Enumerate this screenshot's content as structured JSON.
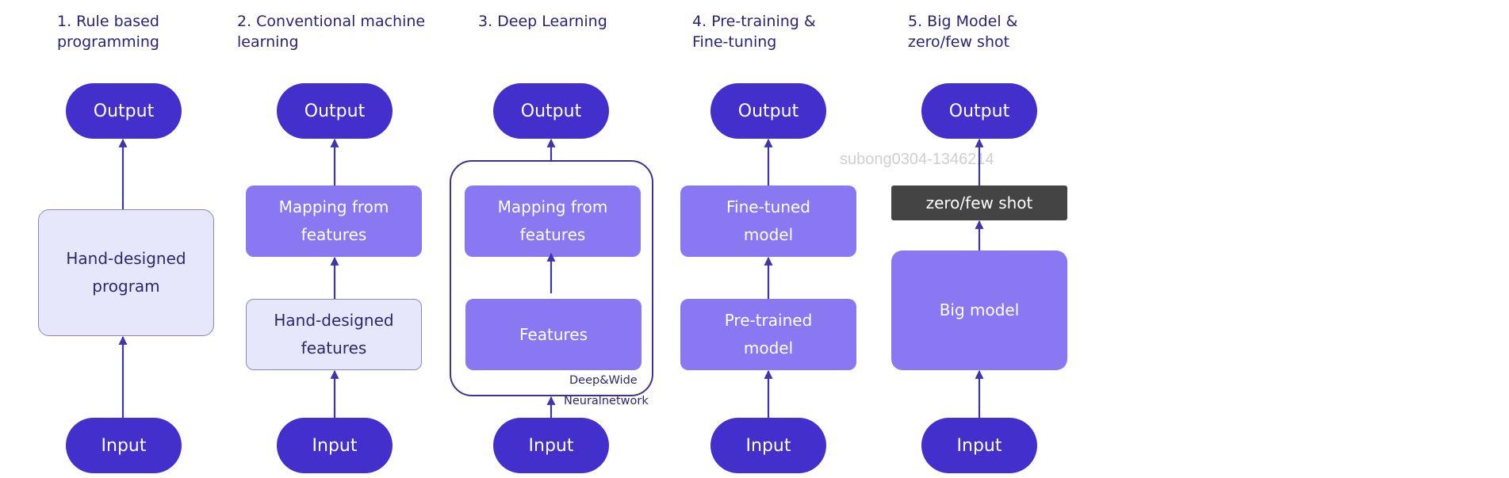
{
  "columns": [
    {
      "title": "1. Rule based\nprogramming",
      "output": "Output",
      "input": "Input",
      "boxes": [
        {
          "label": "Hand-designed\nprogram"
        }
      ]
    },
    {
      "title": "2.  Conventional machine\n     learning",
      "output": "Output",
      "input": "Input",
      "boxes": [
        {
          "label": "Mapping from\nfeatures"
        },
        {
          "label": "Hand-designed\nfeatures"
        }
      ]
    },
    {
      "title": "3. Deep Learning",
      "output": "Output",
      "input": "Input",
      "boxes": [
        {
          "label": "Mapping from\nfeatures"
        },
        {
          "label": "Features"
        }
      ],
      "container_label_1": "Deep&Wide",
      "container_label_2": "Neuralnetwork"
    },
    {
      "title": "4. Pre-training &\nFine-tuning",
      "output": "Output",
      "input": "Input",
      "boxes": [
        {
          "label": "Fine-tuned\nmodel"
        },
        {
          "label": "Pre-trained\nmodel"
        }
      ]
    },
    {
      "title": "5. Big Model &\nzero/few shot",
      "output": "Output",
      "input": "Input",
      "boxes": [
        {
          "label": "zero/few shot"
        },
        {
          "label": "Big model"
        }
      ]
    }
  ],
  "watermark": "subong0304-1346214",
  "colors": {
    "pill": "#432fcc",
    "box_dark": "#8978f2",
    "box_light": "#e7e7fb",
    "box_black": "#444444",
    "arrow": "#3f35a8",
    "title": "#28237a"
  }
}
